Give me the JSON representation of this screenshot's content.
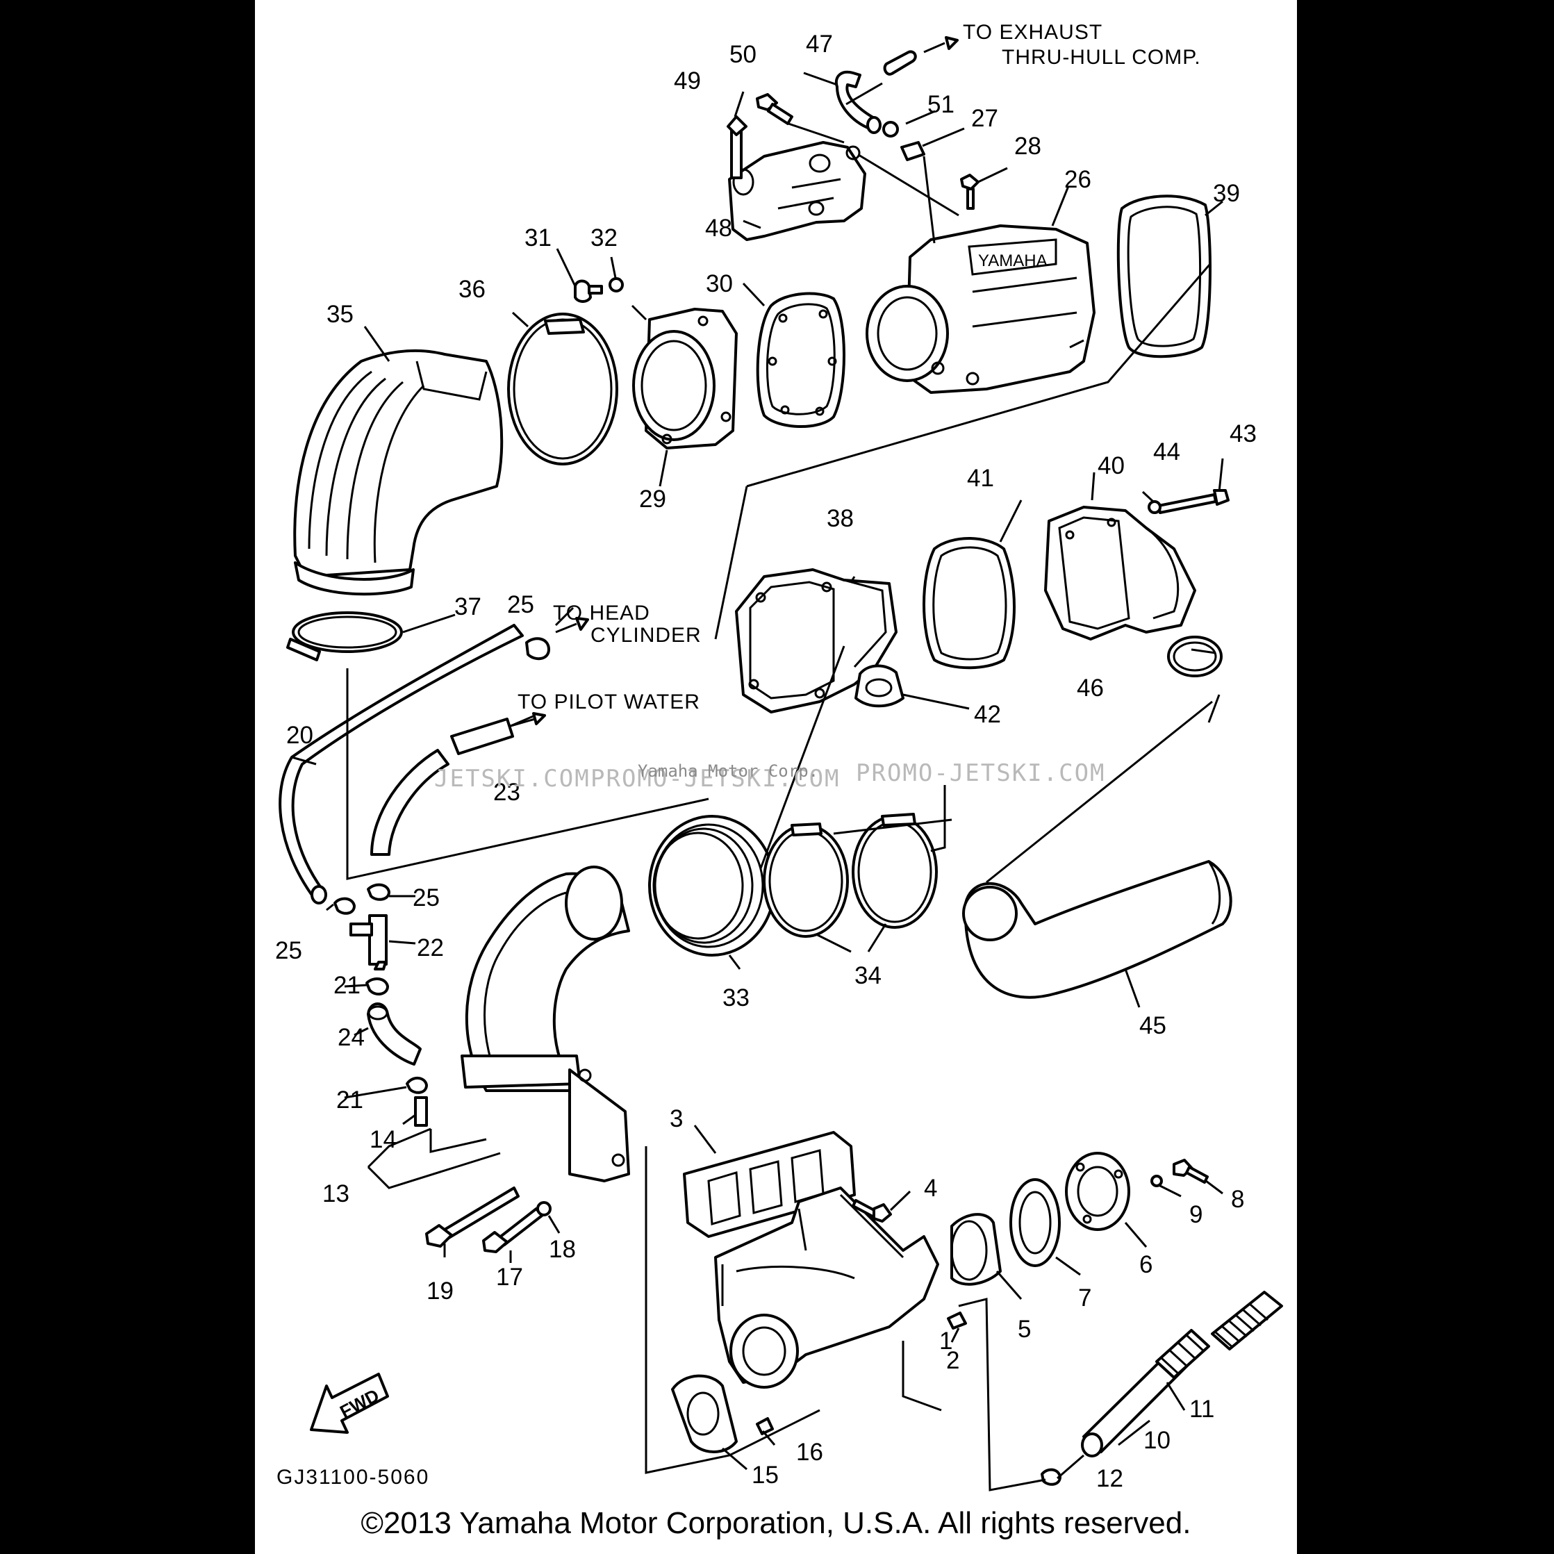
{
  "notes": {
    "exhaust": [
      "TO EXHAUST",
      "THRU-HULL COMP."
    ],
    "head": [
      "TO HEAD",
      "CYLINDER"
    ],
    "pilot": "TO PILOT WATER"
  },
  "watermark": {
    "left": "JETSKI.COM",
    "center": "PROMO-JETSKI.COM",
    "right": "PROMO-JETSKI.COM",
    "overlay": "Yamaha Motor Corp."
  },
  "fwd_label": "FWD",
  "drawing_code": "GJ31100-5060",
  "copyright": "©2013 Yamaha Motor Corporation, U.S.A. All rights reserved.",
  "callouts": [
    {
      "id": "c1",
      "label": "1"
    },
    {
      "id": "c2",
      "label": "2"
    },
    {
      "id": "c3",
      "label": "3"
    },
    {
      "id": "c4",
      "label": "4"
    },
    {
      "id": "c5",
      "label": "5"
    },
    {
      "id": "c6",
      "label": "6"
    },
    {
      "id": "c7",
      "label": "7"
    },
    {
      "id": "c8",
      "label": "8"
    },
    {
      "id": "c9",
      "label": "9"
    },
    {
      "id": "c10",
      "label": "10"
    },
    {
      "id": "c11",
      "label": "11"
    },
    {
      "id": "c12",
      "label": "12"
    },
    {
      "id": "c13",
      "label": "13"
    },
    {
      "id": "c14",
      "label": "14"
    },
    {
      "id": "c15",
      "label": "15"
    },
    {
      "id": "c16",
      "label": "16"
    },
    {
      "id": "c17",
      "label": "17"
    },
    {
      "id": "c18",
      "label": "18"
    },
    {
      "id": "c19",
      "label": "19"
    },
    {
      "id": "c20",
      "label": "20"
    },
    {
      "id": "c21a",
      "label": "21"
    },
    {
      "id": "c21b",
      "label": "21"
    },
    {
      "id": "c22",
      "label": "22"
    },
    {
      "id": "c23",
      "label": "23"
    },
    {
      "id": "c24",
      "label": "24"
    },
    {
      "id": "c25a",
      "label": "25"
    },
    {
      "id": "c25b",
      "label": "25"
    },
    {
      "id": "c25c",
      "label": "25"
    },
    {
      "id": "c26",
      "label": "26"
    },
    {
      "id": "c27",
      "label": "27"
    },
    {
      "id": "c28",
      "label": "28"
    },
    {
      "id": "c29",
      "label": "29"
    },
    {
      "id": "c30",
      "label": "30"
    },
    {
      "id": "c31",
      "label": "31"
    },
    {
      "id": "c32",
      "label": "32"
    },
    {
      "id": "c33",
      "label": "33"
    },
    {
      "id": "c34",
      "label": "34"
    },
    {
      "id": "c35",
      "label": "35"
    },
    {
      "id": "c36",
      "label": "36"
    },
    {
      "id": "c37",
      "label": "37"
    },
    {
      "id": "c38",
      "label": "38"
    },
    {
      "id": "c39",
      "label": "39"
    },
    {
      "id": "c40",
      "label": "40"
    },
    {
      "id": "c41",
      "label": "41"
    },
    {
      "id": "c42",
      "label": "42"
    },
    {
      "id": "c43",
      "label": "43"
    },
    {
      "id": "c44",
      "label": "44"
    },
    {
      "id": "c45",
      "label": "45"
    },
    {
      "id": "c46",
      "label": "46"
    },
    {
      "id": "c47",
      "label": "47"
    },
    {
      "id": "c48",
      "label": "48"
    },
    {
      "id": "c49",
      "label": "49"
    },
    {
      "id": "c50",
      "label": "50"
    },
    {
      "id": "c51",
      "label": "51"
    }
  ]
}
